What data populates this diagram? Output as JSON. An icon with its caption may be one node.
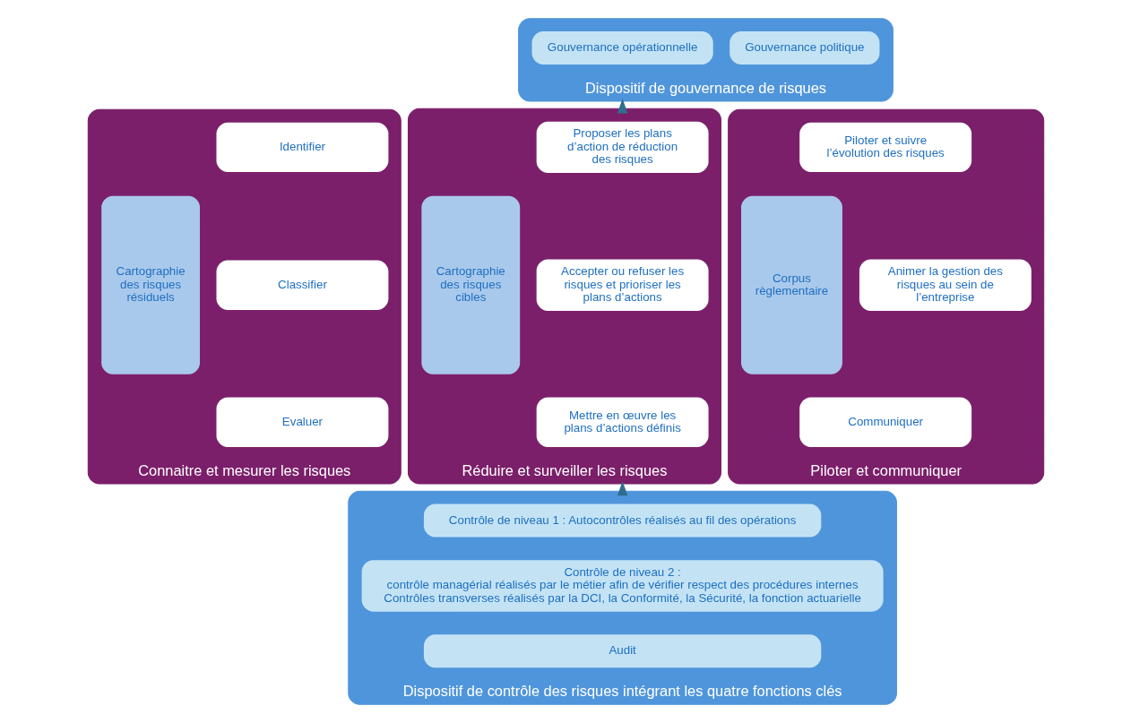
{
  "diagram": {
    "nodes": [
      {
        "text": [
          "Dispositif de gouvernance de risques"
        ]
      },
      {
        "text": [
          "Gouvernance opérationnelle"
        ],
        "in": 0
      },
      {
        "text": [
          "Gouvernance politique"
        ],
        "in": 0
      },
      {
        "text": [
          "Connaitre et mesurer les risques"
        ]
      },
      {
        "text": [
          "Identifier"
        ],
        "in": 3
      },
      {
        "text": [
          "Classifier"
        ],
        "in": 3
      },
      {
        "text": [
          "Evaluer"
        ],
        "in": 3
      },
      {
        "text": [
          "Cartographie des risques résiduels"
        ],
        "in": 3
      },
      {
        "text": [
          "Réduire et surveiller les risques"
        ]
      },
      {
        "text": [
          "Proposer les plans d’action de réduction des risques"
        ],
        "in": 8
      },
      {
        "text": [
          "Accepter ou refuser les risques et prioriser les plans d’actions"
        ],
        "in": 8
      },
      {
        "text": [
          "Mettre en œuvre les plans d’actions définis"
        ],
        "in": 8
      },
      {
        "text": [
          "Cartographie des risques cibles"
        ],
        "in": 8
      },
      {
        "text": [
          "Piloter et communiquer"
        ]
      },
      {
        "text": [
          "Piloter et suivre l’évolution des risques"
        ],
        "in": 13
      },
      {
        "text": [
          "Animer la gestion des risques au sein de l’entreprise"
        ],
        "in": 13
      },
      {
        "text": [
          "Communiquer"
        ],
        "in": 13
      },
      {
        "text": [
          "Corpus règlementaire"
        ],
        "in": 13
      },
      {
        "text": [
          "Dispositif de contrôle des risques intégrant les quatre fonctions clés"
        ]
      },
      {
        "text": [
          "Contrôle de niveau 1 : Autocontrôles réalisés au fil des opérations"
        ],
        "in": 18
      },
      {
        "text": [
          "Contrôle de niveau 2 :",
          "contrôle managérial réalisés par le métier afin de vérifier respect des procédures internes",
          "Contrôles transverses réalisés par la DCI, la Conformité, la Sécurité, la fonction actuarielle"
        ],
        "in": 18
      },
      {
        "text": [
          "Audit"
        ],
        "in": 18
      }
    ],
    "edges": [
      {
        "from": 18,
        "to": 8,
        "arrow": "to"
      },
      {
        "from": 8,
        "to": 0,
        "arrow": "to"
      }
    ]
  }
}
